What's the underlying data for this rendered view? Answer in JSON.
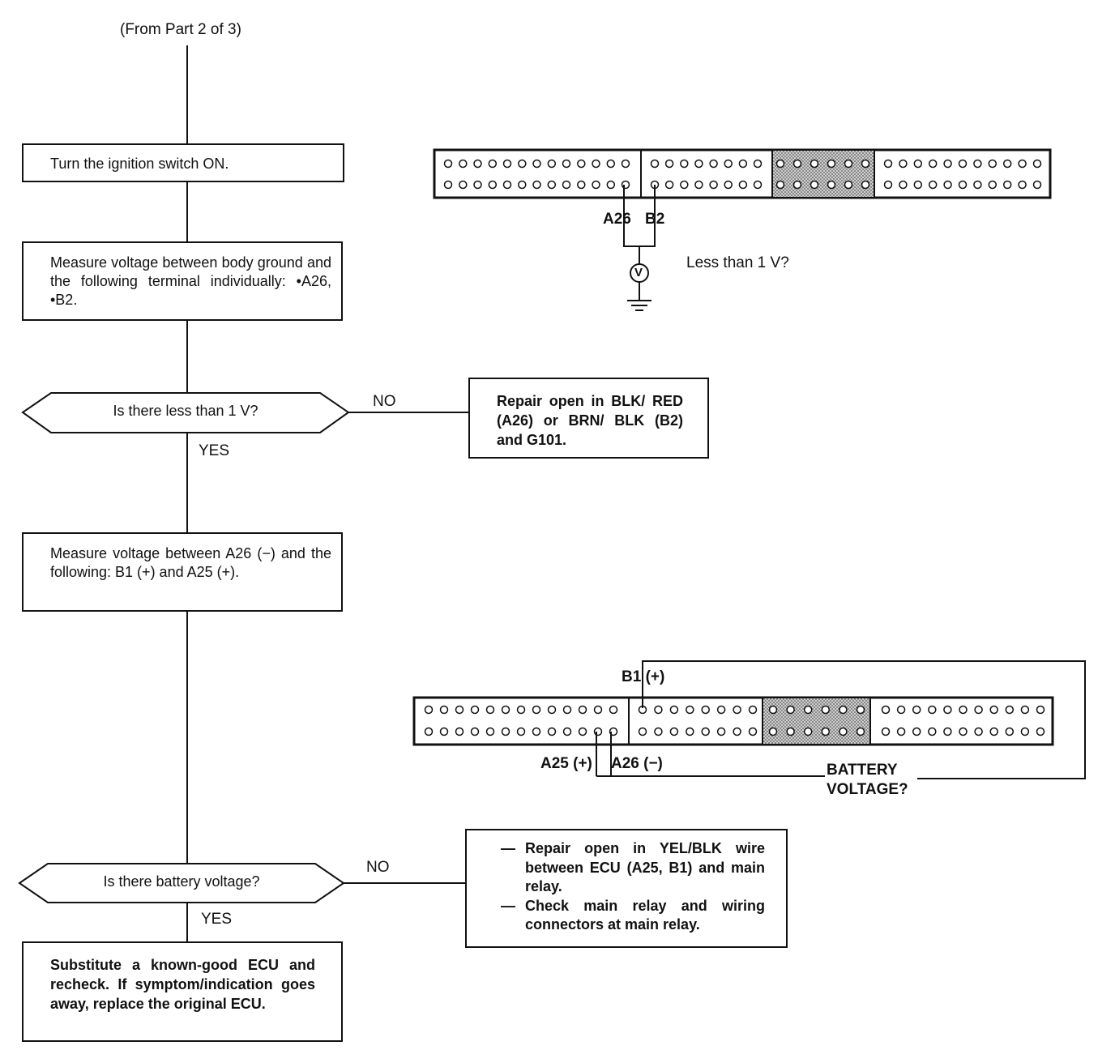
{
  "from_label": "(From Part 2 of 3)",
  "steps": {
    "ignition": "Turn the ignition switch ON.",
    "measure1": "Measure voltage between body ground and the following terminal individually: •A26, •B2.",
    "measure2": "Measure voltage between A26 (−) and the following: B1 (+) and A25 (+).",
    "substitute": "Substitute a known-good ECU and recheck. If symptom/indication goes away, replace the original ECU."
  },
  "decisions": {
    "less_than_1v": "Is there less than 1 V?",
    "battery_voltage": "Is there battery voltage?"
  },
  "branch_labels": {
    "no1": "NO",
    "yes1": "YES",
    "no2": "NO",
    "yes2": "YES"
  },
  "repairs": {
    "repair1": "Repair open in BLK/ RED (A26) or BRN/ BLK (B2) and G101.",
    "repair2_items": [
      "Repair open in YEL/BLK wire between ECU (A25, B1) and main relay.",
      "Check main relay and wiring connectors at main relay."
    ],
    "dash": "—"
  },
  "connector1": {
    "pin_labels": [
      "A26",
      "B2"
    ],
    "meter_symbol": "V",
    "question": "Less than 1 V?"
  },
  "connector2": {
    "pin_labels": [
      "B1 (+)",
      "A25 (+)",
      "A26 (−)"
    ],
    "question_lines": [
      "BATTERY",
      "VOLTAGE?"
    ]
  }
}
